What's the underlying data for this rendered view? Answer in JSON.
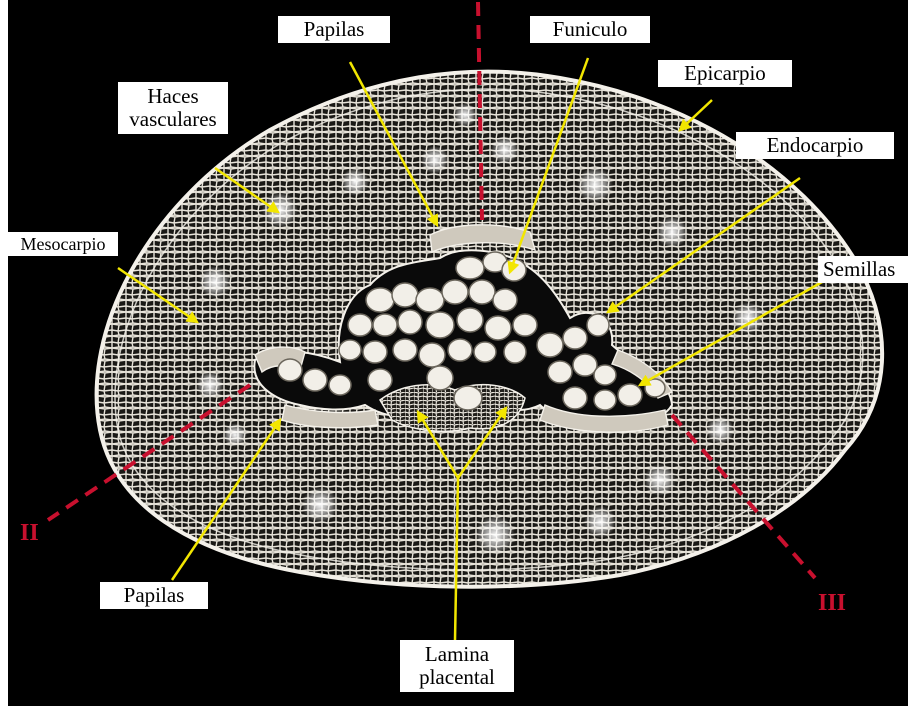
{
  "figure": {
    "labels": {
      "papilas_top": "Papilas",
      "funiculo": "Funiculo",
      "epicarpio": "Epicarpio",
      "haces_line1": "Haces",
      "haces_line2": "vasculares",
      "endocarpio": "Endocarpio",
      "mesocarpio": "Mesocarpio",
      "semillas": "Semillas",
      "papilas_bottom": "Papilas",
      "lamina_line1": "Lamina",
      "lamina_line2": "placental"
    },
    "section_marks": {
      "ii": "II",
      "iii": "III"
    },
    "colors": {
      "background": "#000000",
      "tissue": "#e8e4da",
      "arrow": "#f2e600",
      "cut_line": "#c8102e",
      "label_bg": "#ffffff"
    }
  }
}
